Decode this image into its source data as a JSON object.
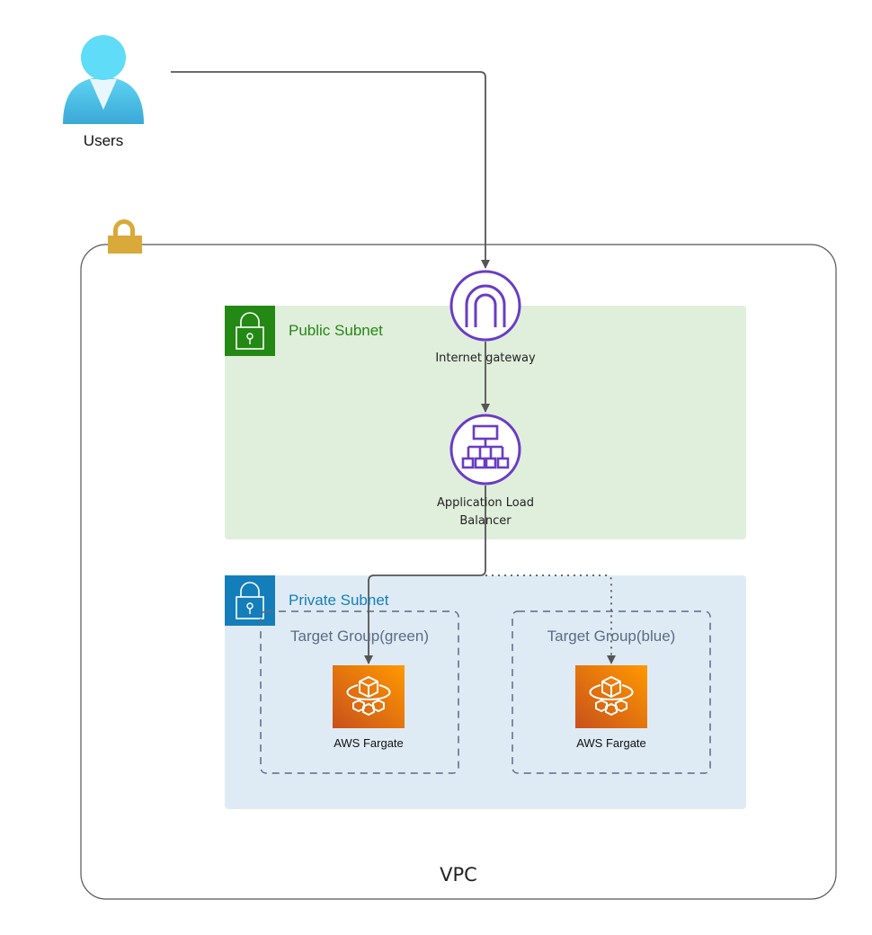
{
  "nodes": {
    "users": {
      "label": "Users",
      "icon": "user-icon"
    },
    "internet_gateway": {
      "label": "Internet gateway",
      "icon": "internet-gateway-icon"
    },
    "alb": {
      "label_line1": "Application Load",
      "label_line2": "Balancer",
      "icon": "load-balancer-icon"
    },
    "fargate_green": {
      "label": "AWS Fargate",
      "icon": "fargate-icon"
    },
    "fargate_blue": {
      "label": "AWS Fargate",
      "icon": "fargate-icon"
    }
  },
  "groups": {
    "vpc": {
      "label": "VPC",
      "icon": "padlock-icon"
    },
    "public_subnet": {
      "label": "Public Subnet",
      "icon": "padlock-icon"
    },
    "private_subnet": {
      "label": "Private Subnet",
      "icon": "padlock-icon"
    },
    "target_group_green": {
      "label": "Target Group(green)"
    },
    "target_group_blue": {
      "label": "Target Group(blue)"
    }
  },
  "edges": [
    {
      "from": "Users",
      "to": "Internet gateway",
      "style": "solid"
    },
    {
      "from": "Internet gateway",
      "to": "Application Load Balancer",
      "style": "solid"
    },
    {
      "from": "Application Load Balancer",
      "to": "Target Group(green)",
      "style": "solid"
    },
    {
      "from": "Application Load Balancer",
      "to": "Target Group(blue)",
      "style": "dotted"
    }
  ],
  "colors": {
    "public_subnet": "#248814",
    "public_subnet_fill": "#e0eedc",
    "private_subnet": "#147eba",
    "private_subnet_fill": "#dfebf4",
    "aws_purple": "#693cc5",
    "fargate_orange": "#ed7100",
    "vpc_lock": "#d9a93a",
    "user_blue": "#4cc4e8",
    "connector": "#555555",
    "target_group_border": "#5a6b86"
  }
}
